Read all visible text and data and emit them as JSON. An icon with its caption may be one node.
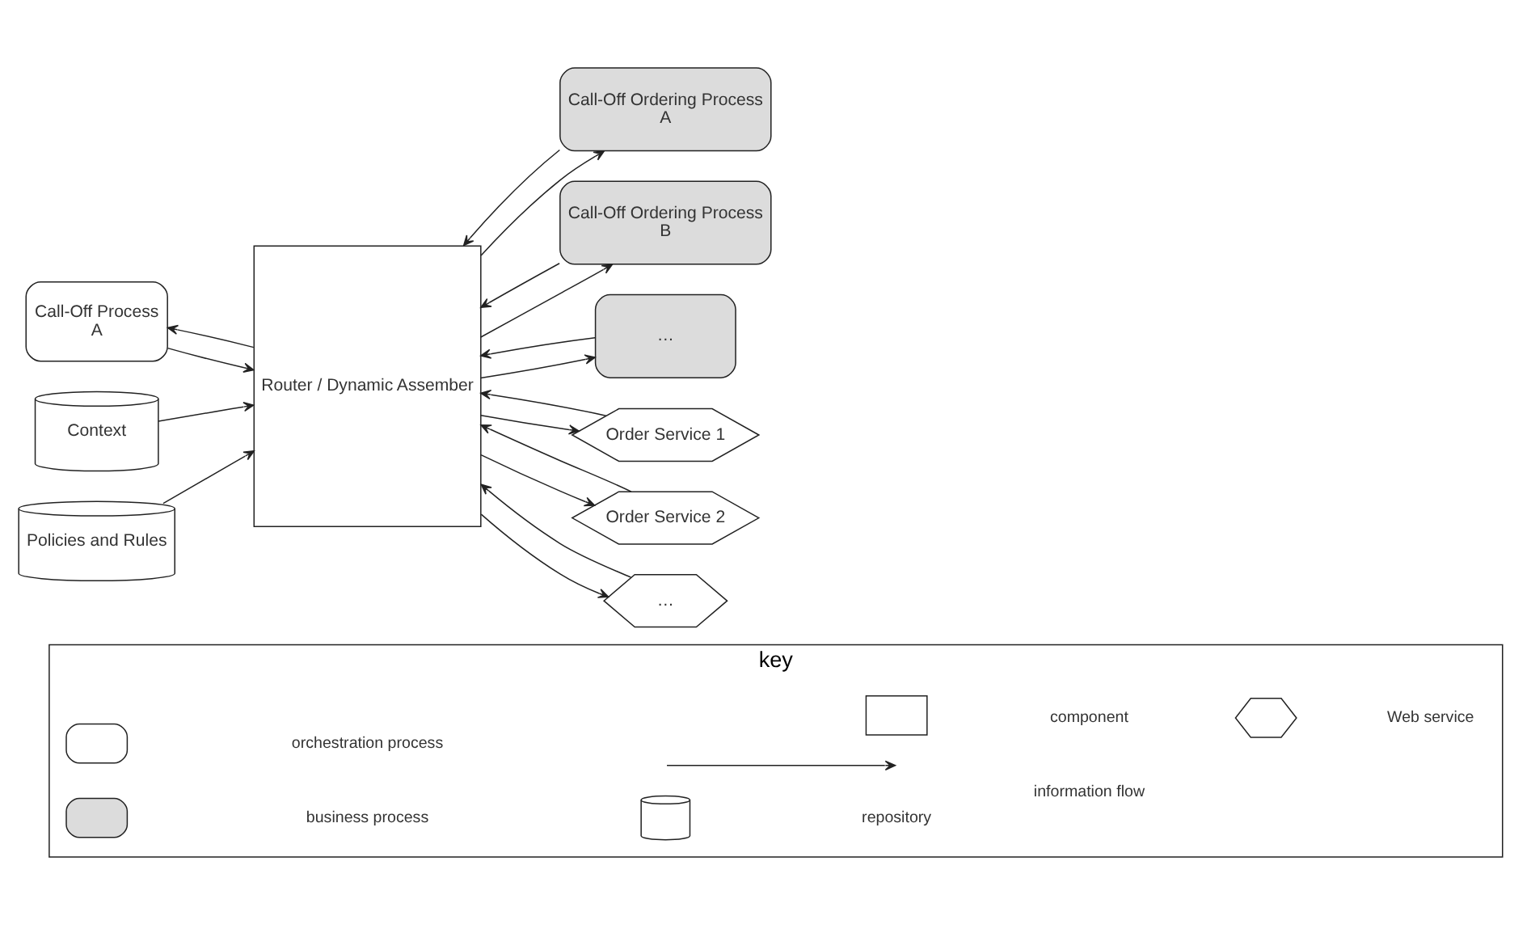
{
  "diagram": {
    "nodes": [
      {
        "text": [
          "Call-Off Process",
          "A"
        ]
      },
      {
        "text": [
          "Router / Dynamic Assember"
        ]
      },
      {
        "text": [
          "Call-Off Ordering Process",
          "A"
        ]
      },
      {
        "text": [
          "Call-Off Ordering Process",
          "B"
        ]
      },
      {
        "text": [
          "…"
        ]
      },
      {
        "text": [
          "Context"
        ]
      },
      {
        "text": [
          "Policies and Rules"
        ]
      },
      {
        "text": [
          "Order Service 1"
        ]
      },
      {
        "text": [
          "Order Service 2"
        ]
      },
      {
        "text": [
          "…"
        ]
      },
      {
        "text": [
          "key"
        ]
      },
      {
        "text": [],
        "shape": "box",
        "in": 10
      },
      {
        "text": [],
        "shape": "hexagon",
        "in": 10
      },
      {
        "text": [],
        "shape": "box",
        "in": 10
      },
      {
        "text": [],
        "shape": "box",
        "in": 10
      },
      {
        "text": [],
        "shape": "cylinder",
        "in": 10
      }
    ],
    "edges": [
      {
        "from": 0,
        "to": 1,
        "arrow": "to"
      },
      {
        "from": 1,
        "to": 0,
        "arrow": "to"
      },
      {
        "from": 1,
        "to": 2,
        "arrow": "to"
      },
      {
        "from": 2,
        "to": 1,
        "arrow": "to"
      },
      {
        "from": 1,
        "to": 3,
        "arrow": "to"
      },
      {
        "from": 3,
        "to": 1,
        "arrow": "to"
      },
      {
        "from": 1,
        "to": 4,
        "arrow": "to"
      },
      {
        "from": 4,
        "to": 1,
        "arrow": "to"
      },
      {
        "from": 5,
        "to": 1,
        "arrow": "to"
      },
      {
        "from": 6,
        "to": 1,
        "arrow": "to"
      },
      {
        "from": 1,
        "to": 7,
        "arrow": "to"
      },
      {
        "from": 7,
        "to": 1,
        "arrow": "to"
      },
      {
        "from": 1,
        "to": 8,
        "arrow": "to"
      },
      {
        "from": 8,
        "to": 1,
        "arrow": "to"
      },
      {
        "from": 1,
        "to": 9,
        "arrow": "to"
      },
      {
        "from": 9,
        "to": 1,
        "arrow": "to"
      }
    ],
    "legend": [
      {
        "text": "component"
      },
      {
        "text": "Web service"
      },
      {
        "text": "orchestration process"
      },
      {
        "text": "information flow"
      },
      {
        "text": "business process"
      },
      {
        "text": "repository"
      }
    ]
  }
}
